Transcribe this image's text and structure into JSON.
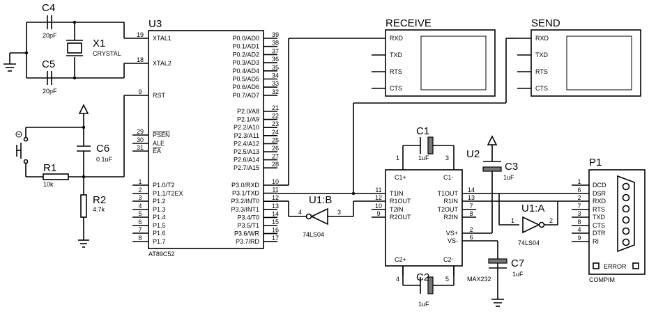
{
  "u3": {
    "ref": "U3",
    "part": "AT89C52",
    "left_pins": [
      {
        "num": "19",
        "label": "XTAL1"
      },
      {
        "num": "18",
        "label": "XTAL2"
      },
      {
        "num": "9",
        "label": "RST"
      },
      {
        "num": "29",
        "label": "PSEN"
      },
      {
        "num": "30",
        "label": "ALE"
      },
      {
        "num": "31",
        "label": "EA"
      },
      {
        "num": "1",
        "label": "P1.0/T2"
      },
      {
        "num": "2",
        "label": "P1.1/T2EX"
      },
      {
        "num": "3",
        "label": "P1.2"
      },
      {
        "num": "4",
        "label": "P1.3"
      },
      {
        "num": "5",
        "label": "P1.4"
      },
      {
        "num": "6",
        "label": "P1.5"
      },
      {
        "num": "7",
        "label": "P1.6"
      },
      {
        "num": "8",
        "label": "P1.7"
      }
    ],
    "right_pins": [
      {
        "num": "39",
        "label": "P0.0/AD0"
      },
      {
        "num": "38",
        "label": "P0.1/AD1"
      },
      {
        "num": "37",
        "label": "P0.2/AD2"
      },
      {
        "num": "36",
        "label": "P0.3/AD3"
      },
      {
        "num": "35",
        "label": "P0.4/AD4"
      },
      {
        "num": "34",
        "label": "P0.5/AD5"
      },
      {
        "num": "33",
        "label": "P0.6/AD6"
      },
      {
        "num": "32",
        "label": "P0.7/AD7"
      },
      {
        "num": "21",
        "label": "P2.0/A8"
      },
      {
        "num": "22",
        "label": "P2.1/A9"
      },
      {
        "num": "23",
        "label": "P2.2/A10"
      },
      {
        "num": "24",
        "label": "P2.3/A11"
      },
      {
        "num": "25",
        "label": "P2.4/A12"
      },
      {
        "num": "26",
        "label": "P2.5/A13"
      },
      {
        "num": "27",
        "label": "P2.6/A14"
      },
      {
        "num": "28",
        "label": "P2.7/A15"
      },
      {
        "num": "10",
        "label": "P3.0/RXD"
      },
      {
        "num": "11",
        "label": "P3.1/TXD"
      },
      {
        "num": "12",
        "label": "P3.2/INT0"
      },
      {
        "num": "13",
        "label": "P3.3/INT1"
      },
      {
        "num": "14",
        "label": "P3.4/T0"
      },
      {
        "num": "15",
        "label": "P3.5/T1"
      },
      {
        "num": "16",
        "label": "P3.6/WR"
      },
      {
        "num": "17",
        "label": "P3.7/RD"
      }
    ]
  },
  "crystal": {
    "c4_ref": "C4",
    "c4_val": "20pF",
    "c5_ref": "C5",
    "c5_val": "20pF",
    "x1_ref": "X1",
    "x1_val": "CRYSTAL"
  },
  "reset": {
    "c6_ref": "C6",
    "c6_val": "0.1uF",
    "r1_ref": "R1",
    "r1_val": "10k",
    "r2_ref": "R2",
    "r2_val": "4.7k"
  },
  "receive": {
    "title": "RECEIVE",
    "pins": [
      "RXD",
      "TXD",
      "RTS",
      "CTS"
    ]
  },
  "send": {
    "title": "SEND",
    "pins": [
      "RXD",
      "TXD",
      "RTS",
      "CTS"
    ]
  },
  "max232": {
    "ref": "U2",
    "part": "MAX232",
    "top_labels": [
      "C1+",
      "C1-"
    ],
    "bottom_labels": [
      "C2+",
      "C2-"
    ],
    "left_pins": [
      {
        "num": "11",
        "label": "T1IN"
      },
      {
        "num": "12",
        "label": "R1OUT"
      },
      {
        "num": "10",
        "label": "T2IN"
      },
      {
        "num": "9",
        "label": "R2OUT"
      }
    ],
    "right_pins": [
      {
        "num": "14",
        "label": "T1OUT"
      },
      {
        "num": "13",
        "label": "R1IN"
      },
      {
        "num": "7",
        "label": "T2OUT"
      },
      {
        "num": "8",
        "label": "R2IN"
      },
      {
        "num": "2",
        "label": "VS+"
      },
      {
        "num": "6",
        "label": "VS-"
      }
    ],
    "cap_pin_nums": [
      "1",
      "3",
      "4",
      "5"
    ]
  },
  "caps": {
    "c1_ref": "C1",
    "c1_val": "1uF",
    "c2_ref": "C2",
    "c2_val": "1uF",
    "c3_ref": "C3",
    "c3_val": "1uF",
    "c7_ref": "C7",
    "c7_val": "1uF"
  },
  "u1b": {
    "ref": "U1:B",
    "part": "74LS04",
    "in_pin": "3",
    "out_pin": "4"
  },
  "u1a": {
    "ref": "U1:A",
    "part": "74LS04",
    "in_pin": "1",
    "out_pin": "2"
  },
  "p1": {
    "ref": "P1",
    "part": "COMPIM",
    "error": "ERROR",
    "pins": [
      {
        "num": "1",
        "label": "DCD"
      },
      {
        "num": "6",
        "label": "DSR"
      },
      {
        "num": "2",
        "label": "RXD"
      },
      {
        "num": "7",
        "label": "RTS"
      },
      {
        "num": "3",
        "label": "TXD"
      },
      {
        "num": "8",
        "label": "CTS"
      },
      {
        "num": "4",
        "label": "DTR"
      },
      {
        "num": "9",
        "label": "RI"
      }
    ]
  }
}
